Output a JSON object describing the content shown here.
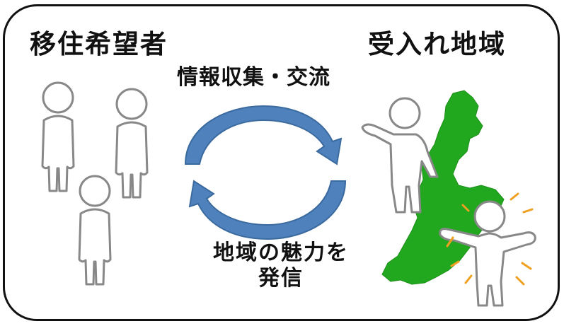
{
  "diagram": {
    "left_title": "移住希望者",
    "right_title": "受入れ地域",
    "top_caption": "情報収集・交流",
    "bottom_caption_line1": "地域の魅力を",
    "bottom_caption_line2": "発信"
  },
  "colors": {
    "frame": "#111111",
    "arrow_blue": "#4f81bd",
    "arrow_dark": "#3a6a9e",
    "region_green": "#22a81e",
    "figure_stroke": "#8a8a8a",
    "sparkle_orange": "#f0a020"
  }
}
